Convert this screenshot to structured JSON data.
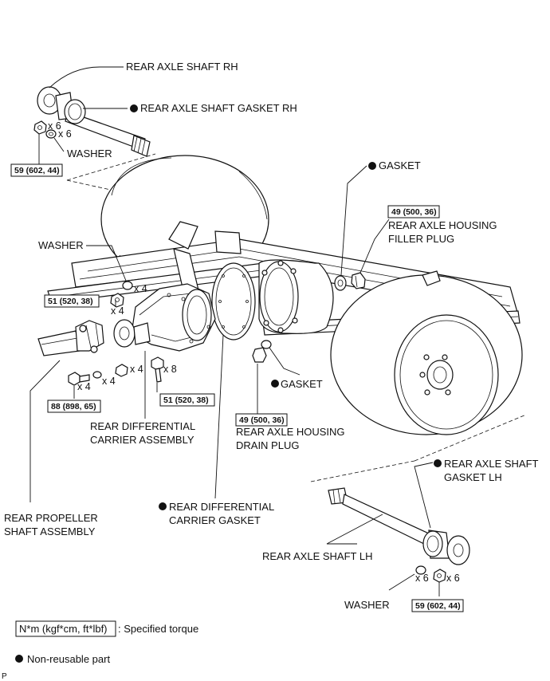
{
  "labels": {
    "rear_axle_shaft_rh": "REAR AXLE SHAFT RH",
    "rear_axle_shaft_gasket_rh": "REAR AXLE SHAFT GASKET RH",
    "washer_top": "WASHER",
    "gasket_top": "GASKET",
    "filler_plug_line1": "REAR AXLE HOUSING",
    "filler_plug_line2": "FILLER PLUG",
    "washer_mid": "WASHER",
    "gasket_drain": "GASKET",
    "drain_plug_line1": "REAR AXLE HOUSING",
    "drain_plug_line2": "DRAIN PLUG",
    "diff_carrier_line1": "REAR DIFFERENTIAL",
    "diff_carrier_line2": "CARRIER ASSEMBLY",
    "diff_gasket_line1": "REAR DIFFERENTIAL",
    "diff_gasket_line2": "CARRIER GASKET",
    "propeller_line1": "REAR PROPELLER",
    "propeller_line2": "SHAFT ASSEMBLY",
    "shaft_gasket_lh_line1": "REAR AXLE SHAFT",
    "shaft_gasket_lh_line2": "GASKET LH",
    "rear_axle_shaft_lh": "REAR AXLE SHAFT LH",
    "washer_bottom": "WASHER"
  },
  "torques": {
    "rh_nut": "59 (602, 44)",
    "filler_plug": "49 (500, 36)",
    "carrier_nut": "51 (520, 38)",
    "carrier_bolt": "51 (520, 38)",
    "propeller_bolt": "88 (898, 65)",
    "drain_plug": "49 (500, 36)",
    "lh_nut": "59 (602, 44)"
  },
  "quantities": {
    "rh_nut": "x 6",
    "rh_washer": "x 6",
    "carrier_washer": "x 4",
    "carrier_nut": "x 4",
    "carrier_bolt": "x 8",
    "prop_nut": "x 4",
    "prop_washer": "x 4",
    "prop_bolt": "x 4",
    "lh_washer": "x 6",
    "lh_nut": "x 6"
  },
  "legend": {
    "torque_unit": "N*m (kgf*cm, ft*lbf)",
    "torque_desc": ": Specified torque",
    "nonreusable": "Non-reusable part"
  },
  "corner_mark": "P"
}
